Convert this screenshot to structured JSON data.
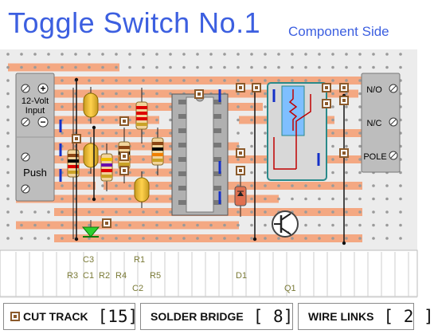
{
  "title": "Toggle Switch No.1",
  "subtitle": "Component Side",
  "terminals_left": {
    "plus": "+",
    "minus": "−",
    "input_label_1": "12-Volt",
    "input_label_2": "Input",
    "push_label": "Push"
  },
  "terminals_right": {
    "no_label": "N/O",
    "nc_label": "N/C",
    "pole_label": "POLE"
  },
  "component_labels": {
    "C3": "C3",
    "C1": "C1",
    "R1": "R1",
    "R3": "R3",
    "R2": "R2",
    "R4": "R4",
    "R5": "R5",
    "C2": "C2",
    "D1": "D1",
    "Q1": "Q1"
  },
  "legend": {
    "cut_track_label": "CUT TRACK",
    "cut_track_count": "[15]",
    "solder_bridge_label": "SOLDER BRIDGE",
    "solder_bridge_count": "[ 8]",
    "wire_links_label": "WIRE LINKS",
    "wire_links_count": "[ 2 ]"
  },
  "colors": {
    "title": "#3c5fe0",
    "track": "#f4a882",
    "hole": "#9a9a9a",
    "cut_track": "#8b5a2b",
    "solder_bridge": "#1530c8",
    "terminal_block": "#bdbdbd",
    "relay": "#2a8a8a",
    "led": "#2fd02f",
    "ic": "#e0e0e0"
  }
}
